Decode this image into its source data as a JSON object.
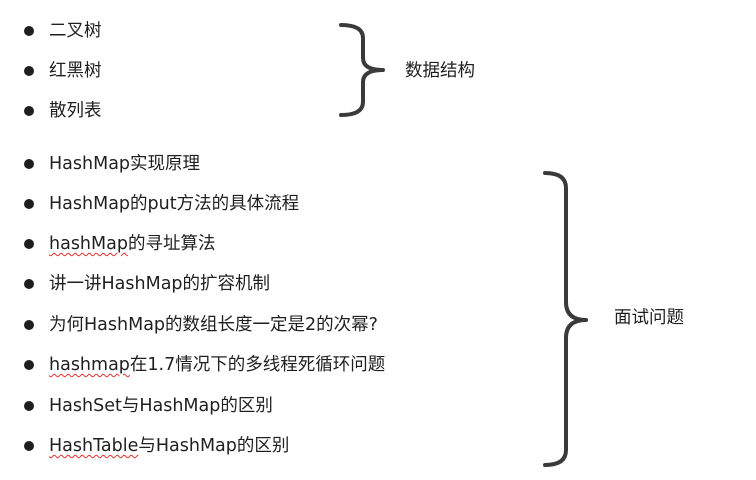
{
  "groups": [
    {
      "label": "数据结构",
      "items": [
        {
          "text": "二叉树"
        },
        {
          "text": "红黑树"
        },
        {
          "text": "散列表"
        }
      ]
    },
    {
      "label": "面试问题",
      "items": [
        {
          "text": "HashMap实现原理"
        },
        {
          "text": "HashMap的put方法的具体流程"
        },
        {
          "pre": "",
          "squiggle": "hashMap",
          "post": "的寻址算法"
        },
        {
          "text": "讲一讲HashMap的扩容机制"
        },
        {
          "text": "为何HashMap的数组长度一定是2的次幂?"
        },
        {
          "pre": "",
          "squiggle": "hashmap",
          "post": "在1.7情况下的多线程死循环问题"
        },
        {
          "text": "HashSet与HashMap的区别"
        },
        {
          "pre": "",
          "squiggle": "HashTable",
          "post": "与HashMap的区别"
        }
      ]
    }
  ],
  "colors": {
    "text": "#1f1f1f",
    "brace": "#3a3a3a",
    "spellcheck": "#e0302a"
  }
}
